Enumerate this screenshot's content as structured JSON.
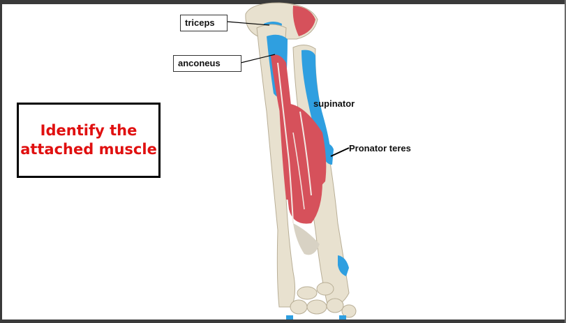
{
  "prompt": {
    "text": "Identify the\nattached muscle"
  },
  "labels": {
    "triceps": "triceps",
    "anconeus": "anconeus",
    "supinator": "supinator",
    "pronator_teres": "Pronator teres"
  },
  "colors": {
    "prompt_text": "#e01010",
    "muscle_origin": "#d6515b",
    "muscle_insertion": "#2f9fe0",
    "bone": "#e8e1cf"
  }
}
